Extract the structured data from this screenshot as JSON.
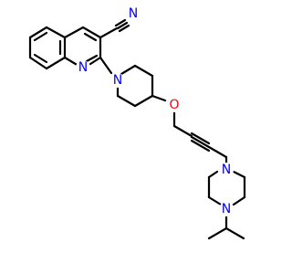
{
  "molecule": {
    "atoms": {
      "nitrile_n": {
        "text": "N",
        "color": "#0000ff"
      },
      "quinoline_n": {
        "text": "N",
        "color": "#0000ff"
      },
      "piperidine_n": {
        "text": "N",
        "color": "#0000ff"
      },
      "ether_o": {
        "text": "O",
        "color": "#ff0000"
      },
      "piperazine_n1": {
        "text": "N",
        "color": "#0000ff"
      },
      "piperazine_n4": {
        "text": "N",
        "color": "#0000ff"
      }
    },
    "colors": {
      "bond": "#000000",
      "background": "#ffffff"
    }
  }
}
